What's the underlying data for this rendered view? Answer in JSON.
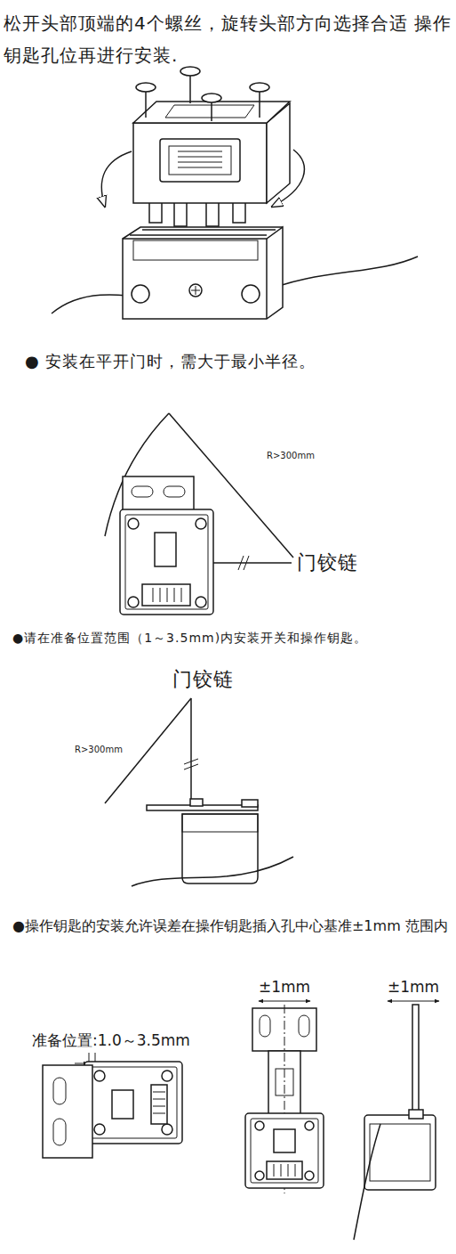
{
  "diagram": {
    "labels": [
      "松开头部顶端的4个螺丝，旋转头部方向选择合适 操作钥匙孔位再进行安装.",
      "● 安装在平开门时，需大于最小半径。",
      "R>300mm",
      "门铰链",
      "●请在准备位置范围（1～3.5mm)内安装开关和操作钥匙。",
      "门铰链",
      "R>300mm",
      "●操作钥匙的安装允许误差在操作钥匙插入孔中心基准±1mm 范围内",
      "准备位置:1.0～3.5mm",
      "±1mm",
      "±1mm"
    ]
  }
}
